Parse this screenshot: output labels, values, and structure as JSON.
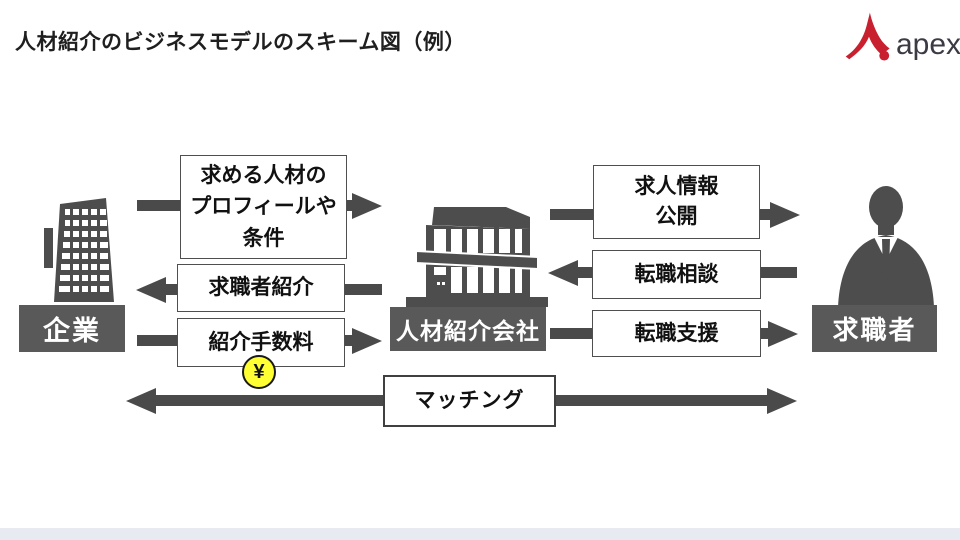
{
  "meta": {
    "title": "人材紹介のビジネスモデルのスキーム図（例）"
  },
  "logo": {
    "brand": "apex"
  },
  "entities": {
    "company": "企業",
    "agency": "人材紹介会社",
    "jobseeker": "求職者"
  },
  "flows": {
    "requirements": {
      "label": "求める人材の\nプロフィールや\n条件",
      "direction": "right"
    },
    "candidate_referral": {
      "label": "求職者紹介",
      "direction": "left"
    },
    "referral_fee": {
      "label": "紹介手数料",
      "direction": "right",
      "badge": "¥"
    },
    "job_info": {
      "label": "求人情報\n公開",
      "direction": "right"
    },
    "career_consult": {
      "label": "転職相談",
      "direction": "left"
    },
    "career_support": {
      "label": "転職支援",
      "direction": "right"
    },
    "matching": {
      "label": "マッチング",
      "direction": "both"
    }
  },
  "colors": {
    "arrow": "#4a4a4a",
    "entity_bg": "#595959",
    "logo_red": "#c8202f",
    "yen_bg": "#ffff33"
  }
}
